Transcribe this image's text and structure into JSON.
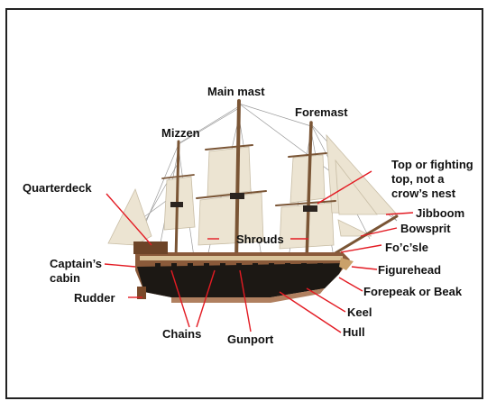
{
  "diagram": {
    "labels": {
      "main_mast": "Main mast",
      "foremast": "Foremast",
      "mizzen": "Mizzen",
      "top_line1": "Top or fighting",
      "top_line2": "top, not a",
      "top_line3": "crow’s nest",
      "quarterdeck": "Quarterdeck",
      "jibboom": "Jibboom",
      "bowsprit": "Bowsprit",
      "shrouds": "Shrouds",
      "foc_sle": "Fo’c’sle",
      "captains_line1": "Captain’s",
      "captains_line2": "cabin",
      "figurehead": "Figurehead",
      "rudder": "Rudder",
      "forepeak": "Forepeak or Beak",
      "keel": "Keel",
      "chains": "Chains",
      "gunport": "Gunport",
      "hull": "Hull"
    },
    "colors": {
      "leader": "#e31b23",
      "frame": "#222222",
      "hull_dark": "#1c1814",
      "hull_wood": "#8a5a3a",
      "sail": "#ece4d2",
      "mast": "#7a5535",
      "rigging": "#9a9a9a"
    }
  }
}
